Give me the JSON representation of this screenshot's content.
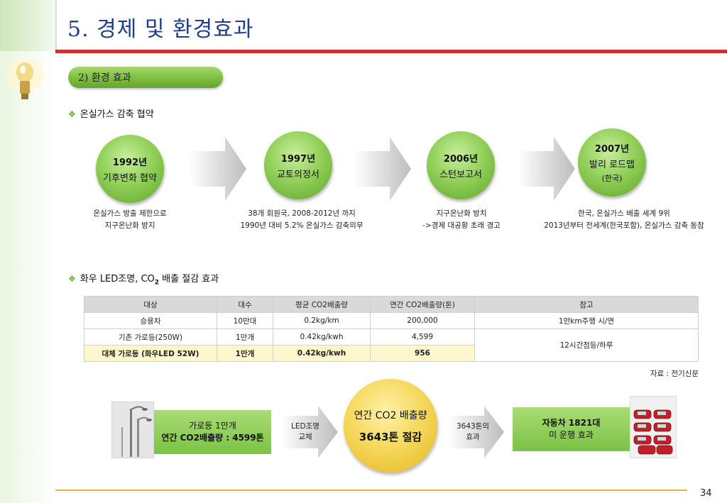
{
  "slide": {
    "title": "5. 경제 및 환경효과",
    "section_label": "2) 환경 효과",
    "page_number": "34",
    "colors": {
      "title": "#1f3e8c",
      "rule": "#c0392b",
      "accent": "#7dbd3f"
    }
  },
  "greenhouse": {
    "heading": "온실가스 감축 협약",
    "milestones": [
      {
        "year": "1992년",
        "name": "기후변화 협약",
        "extra": "",
        "desc1": "온실가스 방출 제한으로",
        "desc2": "지구온난화 방지"
      },
      {
        "year": "1997년",
        "name": "교토의정서",
        "extra": "",
        "desc1": "38개 회원국, 2008-2012년 까지",
        "desc2": "1990년 대비 5.2% 온실가스 감축의무"
      },
      {
        "year": "2006년",
        "name": "스턴보고서",
        "extra": "",
        "desc1": "지구온난화 방치",
        "desc2": "->경제 대공황 초래 경고"
      },
      {
        "year": "2007년",
        "name": "발리 로드맵",
        "extra": "(한국)",
        "desc1": "한국, 온실가스 배출 세계 9위",
        "desc2": "2013년부터 전세계(한국포함), 온실가스 감축 동참"
      }
    ]
  },
  "led": {
    "heading_pre": "화우 LED조명, CO",
    "heading_sub": "2",
    "heading_post": " 배출 절감 효과",
    "table": {
      "headers": [
        "대상",
        "대수",
        "평균 CO2배출량",
        "연간 CO2배출량(톤)",
        "참고"
      ],
      "rows": [
        [
          "승용차",
          "10만대",
          "0.2kg/km",
          "200,000",
          "1만km주행 시/연"
        ],
        [
          "기존 가로등(250W)",
          "1만개",
          "0.42kg/kwh",
          "4,599",
          "12시간점등/하루"
        ],
        [
          "대체 가로등 (화우LED 52W)",
          "1만개",
          "0.42kg/kwh",
          "956",
          ""
        ]
      ]
    },
    "source": "자료 : 전기신문"
  },
  "flow": {
    "box1_line1": "가로등 1만개",
    "box1_line2": "연간 CO2배출량 : 4599톤",
    "arrow1_line1": "LED조명",
    "arrow1_line2": "교체",
    "center_line1": "연간 CO2 배출량",
    "center_line2": "3643톤 절감",
    "arrow2_line1": "3643톤의",
    "arrow2_line2": "효과",
    "box2_line1": "자동차 1821대",
    "box2_line2": "미 운행 효과"
  }
}
